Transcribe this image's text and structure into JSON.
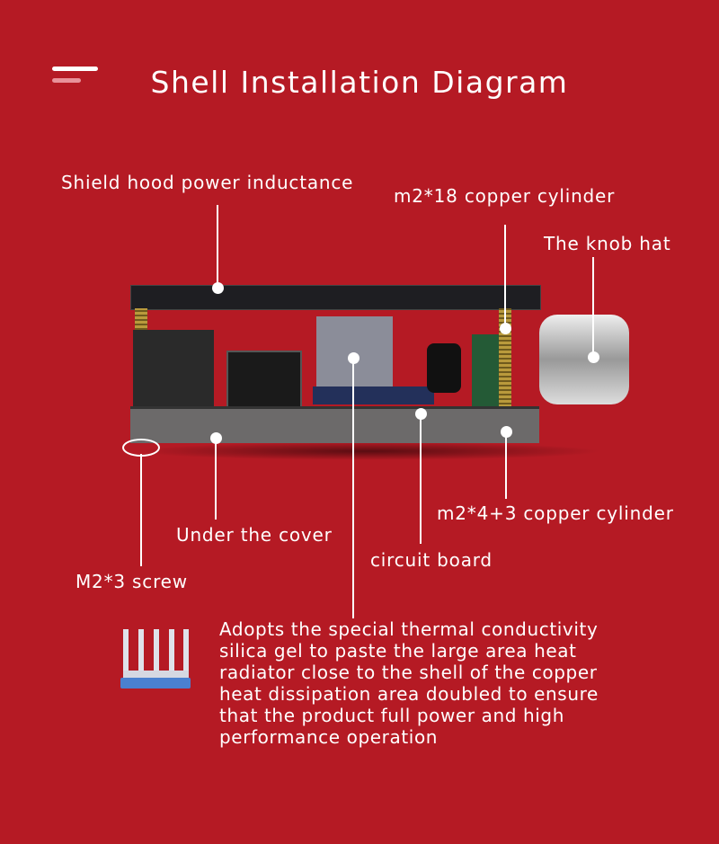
{
  "header": {
    "title": "Shell Installation Diagram",
    "menu_icon": "hamburger-menu-icon"
  },
  "labels": {
    "shield_hood": "Shield hood power inductance",
    "m2_18": "m2*18 copper cylinder",
    "knob_hat": "The knob hat",
    "m2_4_3": "m2*4+3 copper cylinder",
    "under_cover": "Under the cover",
    "circuit_board": "circuit board",
    "m2_3_screw": "M2*3 screw"
  },
  "description": {
    "icon": "heatsink-icon",
    "lines": [
      "Adopts the special thermal conductivity",
      "silica gel to paste the large area heat",
      "radiator close to the shell of the copper",
      "heat dissipation area doubled to ensure",
      "that the product full power and high",
      "performance operation"
    ]
  },
  "colors": {
    "background": "#b51a24",
    "heatsink_pad": "#4a80d0"
  }
}
